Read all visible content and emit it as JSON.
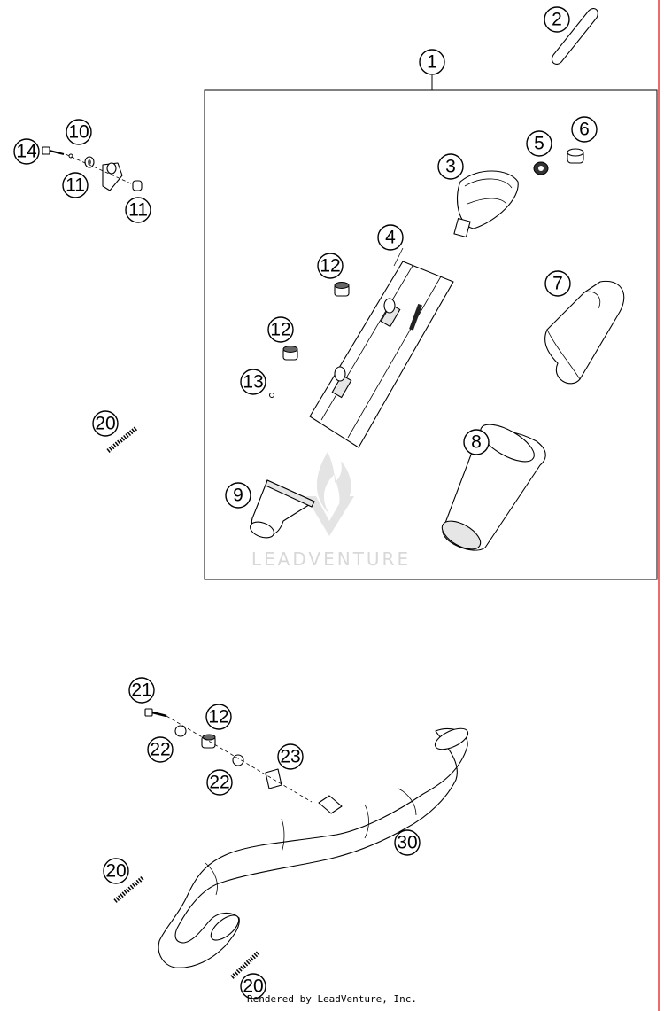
{
  "callouts": [
    "1",
    "2",
    "3",
    "4",
    "5",
    "6",
    "7",
    "8",
    "9",
    "10",
    "11",
    "11",
    "12",
    "12",
    "13",
    "14",
    "20",
    "21",
    "12",
    "22",
    "23",
    "22",
    "30",
    "20",
    "20"
  ],
  "watermark": "LEADVENTURE",
  "footer": "Rendered by LeadVenture, Inc.",
  "colors": {
    "border_right": "#e8393a",
    "line": "#000000",
    "watermark": "#d4d4d4"
  }
}
